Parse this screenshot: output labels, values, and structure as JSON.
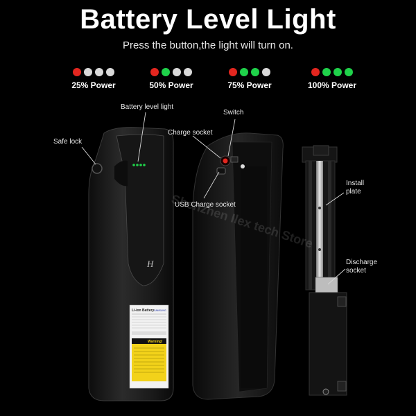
{
  "title": "Battery Level Light",
  "subtitle": "Press the button,the light will turn on.",
  "colors": {
    "red": "#e3261f",
    "green": "#1fd24a",
    "white": "#d9d9d9"
  },
  "levels": [
    {
      "label": "25% Power",
      "dots": [
        "red",
        "white",
        "white",
        "white"
      ]
    },
    {
      "label": "50% Power",
      "dots": [
        "red",
        "green",
        "white",
        "white"
      ]
    },
    {
      "label": "75% Power",
      "dots": [
        "red",
        "green",
        "green",
        "white"
      ]
    },
    {
      "label": "100% Power",
      "dots": [
        "red",
        "green",
        "green",
        "green"
      ]
    }
  ],
  "callouts": {
    "battery_level_light": "Battery level light",
    "switch": "Switch",
    "charge_socket": "Charge socket",
    "safe_lock": "Safe lock",
    "usb_charge_socket": "USB Charge socket",
    "install_plate": "Install\nplate",
    "discharge_socket": "Discharge\nsocket"
  },
  "label_sticker": {
    "heading": "Li-ion Battery",
    "brand": "SAMSUNG",
    "warning": "Warning!"
  },
  "watermark": "Shenzhen Ilex tech Store",
  "logo_mark": "H"
}
